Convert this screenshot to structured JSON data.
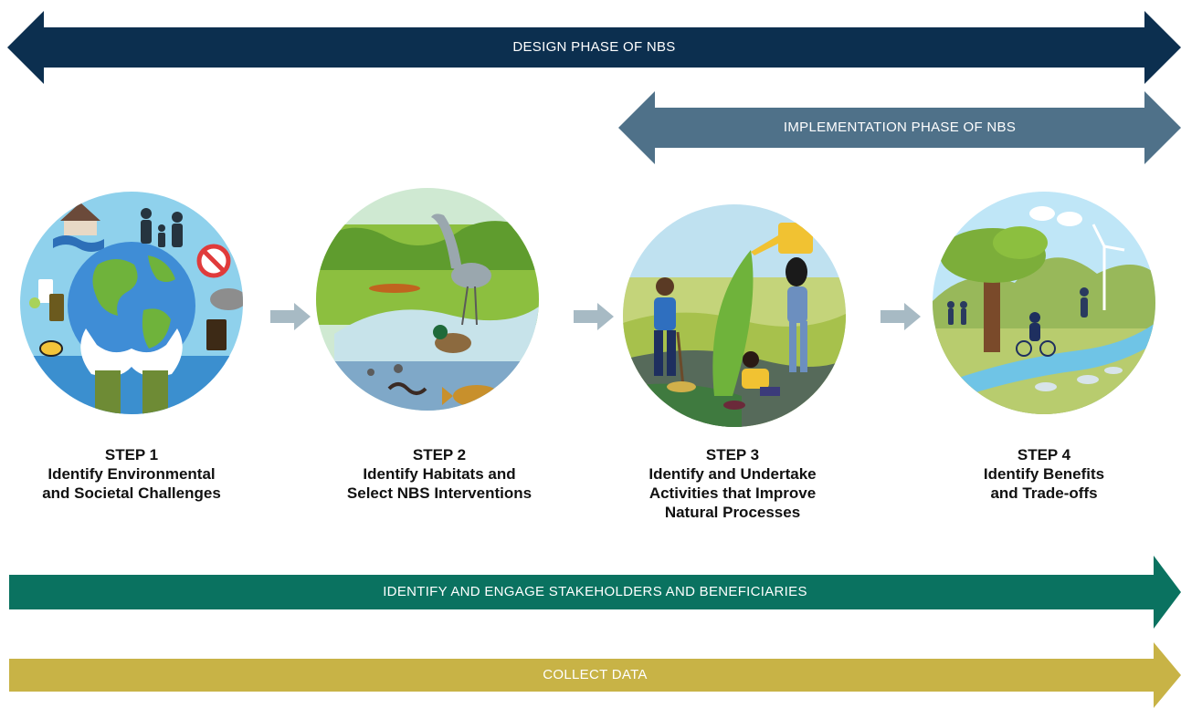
{
  "colors": {
    "design_arrow": "#0c2f4f",
    "implementation_arrow": "#4f7189",
    "stakeholders_arrow": "#0a7260",
    "data_arrow": "#c8b346",
    "connector": "#a7bac4",
    "sky": "#8fd1ec",
    "grass": "#8cbf3f"
  },
  "phases": {
    "design": "DESIGN PHASE OF NBS",
    "implementation": "IMPLEMENTATION PHASE OF NBS"
  },
  "steps": [
    {
      "number": "STEP 1",
      "line1": "Identify Environmental",
      "line2": "and Societal Challenges",
      "line3": ""
    },
    {
      "number": "STEP 2",
      "line1": "Identify Habitats and",
      "line2": "Select NBS Interventions",
      "line3": ""
    },
    {
      "number": "STEP 3",
      "line1": "Identify and Undertake",
      "line2": "Activities that Improve",
      "line3": "Natural Processes"
    },
    {
      "number": "STEP 4",
      "line1": "Identify Benefits",
      "line2": "and Trade-offs",
      "line3": ""
    }
  ],
  "bottom_bars": {
    "stakeholders": "IDENTIFY AND ENGAGE STAKEHOLDERS AND BENEFICIARIES",
    "data": "COLLECT DATA"
  }
}
